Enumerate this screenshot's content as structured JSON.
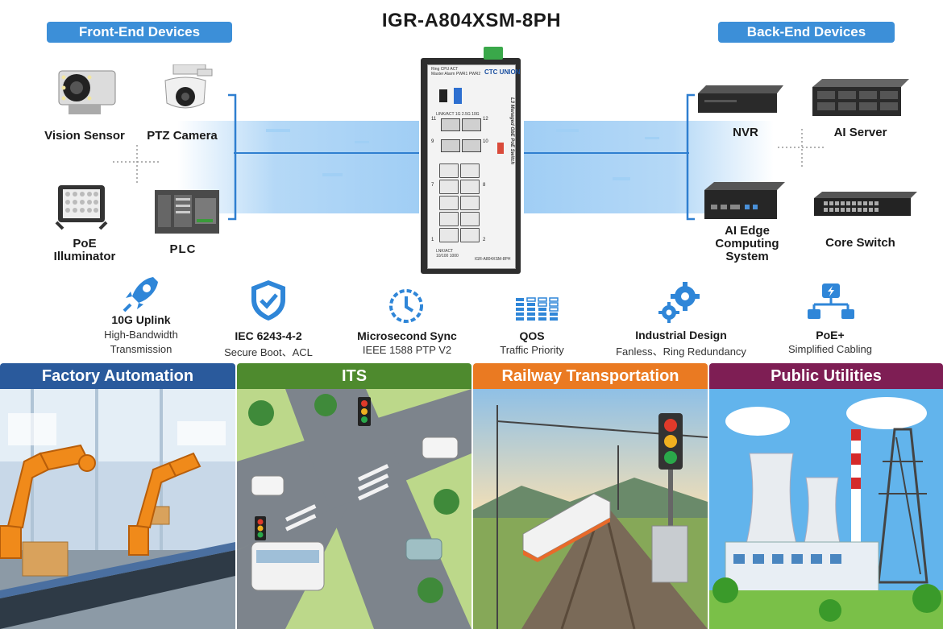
{
  "title": "IGR-A804XSM-8PH",
  "front_end": {
    "header": "Front-End Devices",
    "devices": [
      "Vision Sensor",
      "PTZ Camera",
      "PoE Illuminator",
      "PLC"
    ]
  },
  "back_end": {
    "header": "Back-End Devices",
    "devices": [
      "NVR",
      "AI Server",
      "AI Edge Computing System",
      "Core Switch"
    ]
  },
  "switch": {
    "side_text": "L3 Managed GbE PoE Switch",
    "brand": "CTC UNION",
    "model_label": "IGR-A804XSM-8PH",
    "port_numbers": [
      "11",
      "12",
      "9",
      "10",
      "7",
      "8",
      "1",
      "2"
    ],
    "leds": [
      "Ring",
      "CPU ACT",
      "Master",
      "Alarm",
      "PWR1",
      "PWR2"
    ],
    "port_labels": [
      "LINK/ACT",
      "1G",
      "2.5G",
      "10G"
    ],
    "bottom_labels": [
      "LNK/ACT",
      "10/100",
      "1000"
    ]
  },
  "features": [
    {
      "icon": "rocket-icon",
      "title": "10G Uplink",
      "sub1": "High-Bandwidth",
      "sub2": "Transmission"
    },
    {
      "icon": "shield-check-icon",
      "title": "IEC 6243-4-2",
      "sub1": "Secure Boot、ACL",
      "sub2": ""
    },
    {
      "icon": "clock-icon",
      "title": "Microsecond Sync",
      "sub1": "IEEE 1588 PTP V2",
      "sub2": ""
    },
    {
      "icon": "bars-icon",
      "title": "QOS",
      "sub1": "Traffic Priority",
      "sub2": ""
    },
    {
      "icon": "gears-icon",
      "title": "Industrial Design",
      "sub1": "Fanless、Ring Redundancy",
      "sub2": ""
    },
    {
      "icon": "network-bolt-icon",
      "title": "PoE+",
      "sub1": "Simplified Cabling",
      "sub2": ""
    }
  ],
  "applications": [
    {
      "label": "Factory Automation",
      "color": "#2a5a9c"
    },
    {
      "label": "ITS",
      "color": "#4e8a2e"
    },
    {
      "label": "Railway Transportation",
      "color": "#ea7a22"
    },
    {
      "label": "Public Utilities",
      "color": "#7e1e54"
    }
  ],
  "colors": {
    "accent": "#3c8fd8",
    "bracket": "#2f7fd0"
  }
}
